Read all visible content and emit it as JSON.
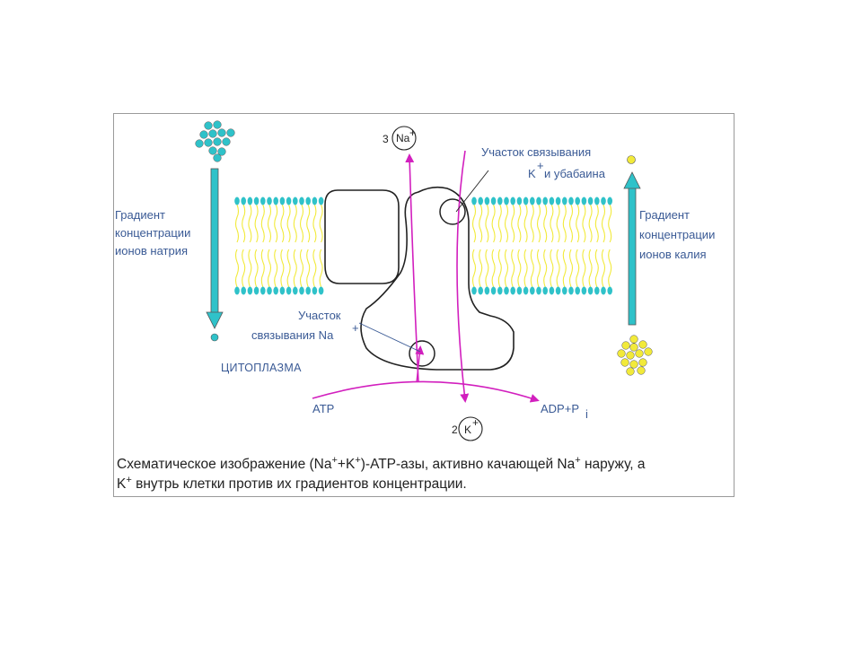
{
  "labels": {
    "sodium_gradient": [
      "Градиент",
      "концентрации",
      "ионов натрия"
    ],
    "potassium_gradient": [
      "Градиент",
      "концентрации",
      "ионов калия"
    ],
    "k_site": [
      "Участок связывания",
      "K",
      "+",
      " и убабаина"
    ],
    "na_site": [
      "Участок",
      "связывания Na",
      "+"
    ],
    "cytoplasm": "ЦИТОПЛАЗМА",
    "atp": "ATP",
    "adp": "ADP+P",
    "adp_sub": "i",
    "na_count": "3",
    "na_ion": "Na",
    "na_ion_sup": "+",
    "k_count": "2",
    "k_ion": "K",
    "k_ion_sup": "+"
  },
  "caption": {
    "line1_parts": [
      "Схематическое изображение (Na",
      "+",
      "+K",
      "+",
      ")-АТР-азы, активно качающей Na",
      "+",
      " наружу, а"
    ],
    "line2_parts": [
      "K",
      "+",
      " внутрь клетки против их градиентов концентрации."
    ]
  },
  "colors": {
    "membrane_heads": "#2fc2c9",
    "membrane_tails": "#f2ea3a",
    "sodium_ions": "#2fc2c9",
    "potassium_ions": "#f2ea3a",
    "flow_arrows": "#d21fbe",
    "label_text": "#3a5a95",
    "protein_outline": "#222222"
  }
}
